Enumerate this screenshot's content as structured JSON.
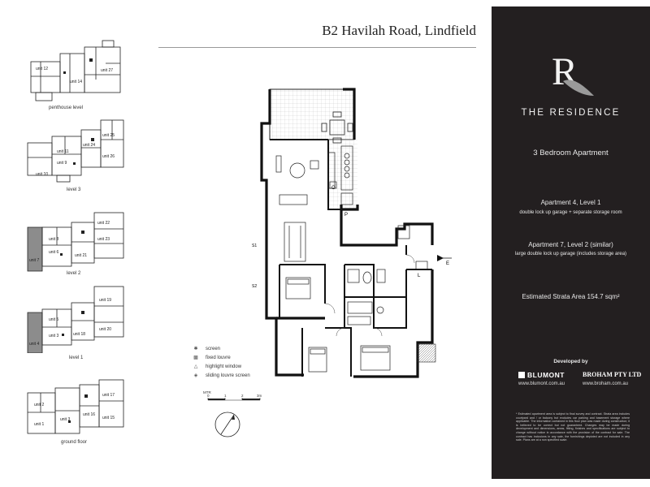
{
  "header": {
    "address": "B2 Havilah Road, Lindfield"
  },
  "panel": {
    "brand": "THE RESIDENCE",
    "apartment_type": "3 Bedroom Apartment",
    "apt4_title": "Apartment 4, Level 1",
    "apt4_detail": "double lock up garage + separate storage room",
    "apt7_title": "Apartment 7, Level 2 (similar)",
    "apt7_detail": "large double lock up garage (includes storage area)",
    "area": "Estimated Strata Area 154.7 sqm²",
    "developed_by": "Developed by",
    "blumont": "BLUMONT",
    "broham": "BROHAM PTY LTD",
    "blumont_web": "www.blumont.com.au",
    "broham_web": "www.broham.com.au",
    "disclaimer": "* Estimated apartment area is subject to final survey and contract. Strata area includes courtyard and / or balcony but excludes car parking and basement storage where applicable. The information contained in this floor plan was made during construction; it is believed to be correct but not guaranteed. Changes may be made during development and dimensions, areas, fitting, finishes and specifications are subject to change without notice in accordance with the provision of the contract for sale. The contract has inclusions in any sale, the furnishings depicted are not included in any sale. Plans are at a non specified scale."
  },
  "levels": [
    {
      "name": "penthouse level",
      "units": [
        "unit 12",
        "unit 14",
        "unit 27"
      ],
      "highlight": null
    },
    {
      "name": "level 3",
      "units": [
        "unit 11",
        "unit 9",
        "unit 10",
        "unit 25",
        "unit 24",
        "unit 26"
      ],
      "highlight": null
    },
    {
      "name": "level 2",
      "units": [
        "unit 8",
        "unit 7",
        "unit 6",
        "unit 22",
        "unit 23",
        "unit 21"
      ],
      "highlight": "unit 7"
    },
    {
      "name": "level 1",
      "units": [
        "unit 5",
        "unit 4",
        "unit 3",
        "unit 19",
        "unit 18",
        "unit 20"
      ],
      "highlight": "unit 4"
    },
    {
      "name": "ground floor",
      "units": [
        "unit 2",
        "unit 1",
        "unit 3",
        "unit 17",
        "unit 16",
        "unit 15"
      ],
      "highlight": null
    }
  ],
  "legend": [
    {
      "symbol": "✱",
      "label": "screen"
    },
    {
      "symbol": "▩",
      "label": "fixed louvre"
    },
    {
      "symbol": "△",
      "label": "highlight window"
    },
    {
      "symbol": "◈",
      "label": "sliding louvre screen"
    }
  ],
  "scale": {
    "ticks": [
      "0",
      "1",
      "2",
      "3m"
    ],
    "unit_label": "MTR"
  },
  "plan_labels": {
    "entry": "E",
    "parking": "P",
    "linen": "L",
    "oven": "O",
    "s1": "S1",
    "s2": "S2"
  },
  "colors": {
    "panel_bg": "#231f20",
    "highlight_unit": "#8c8c8c",
    "wall": "#111111"
  }
}
